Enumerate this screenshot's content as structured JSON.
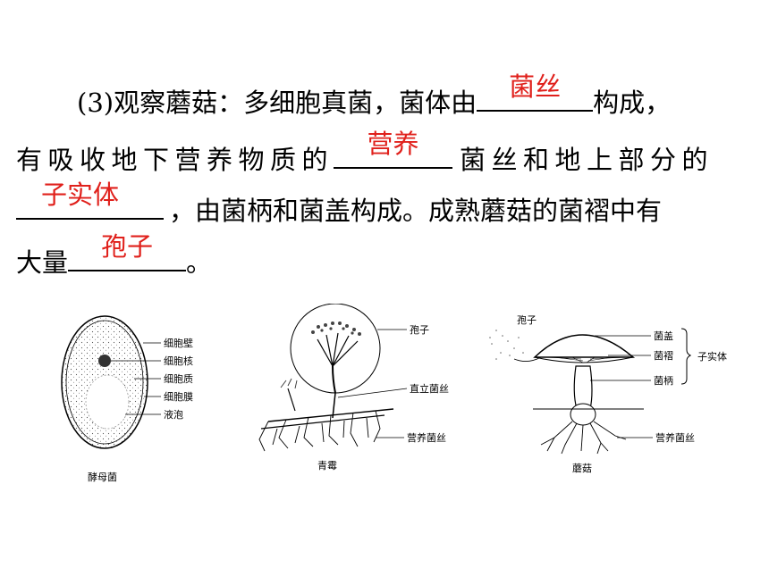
{
  "question": {
    "line1": {
      "prefix": "(3)观察蘑菇：多细胞真菌，菌体由",
      "answer": "菌丝",
      "suffix": "构成，"
    },
    "line2": {
      "prefix": "有吸收地下营养物质的",
      "answer": "营养",
      "suffix": "菌丝和地上部分的"
    },
    "line3": {
      "answer": "子实体",
      "suffix": "，由菌柄和菌盖构成。成熟蘑菇的菌褶中有"
    },
    "line4": {
      "prefix": "大量",
      "answer": "孢子",
      "suffix": "。"
    }
  },
  "figures": {
    "yeast": {
      "caption": "酵母菌",
      "labels": [
        "细胞壁",
        "细胞核",
        "细胞质",
        "细胞膜",
        "液泡"
      ]
    },
    "penicillium": {
      "caption": "青霉",
      "labels": [
        "孢子",
        "直立菌丝",
        "营养菌丝"
      ]
    },
    "mushroom": {
      "caption": "蘑菇",
      "labels": [
        "孢子",
        "菌盖",
        "菌褶",
        "菌柄",
        "子实体",
        "营养菌丝"
      ]
    }
  }
}
